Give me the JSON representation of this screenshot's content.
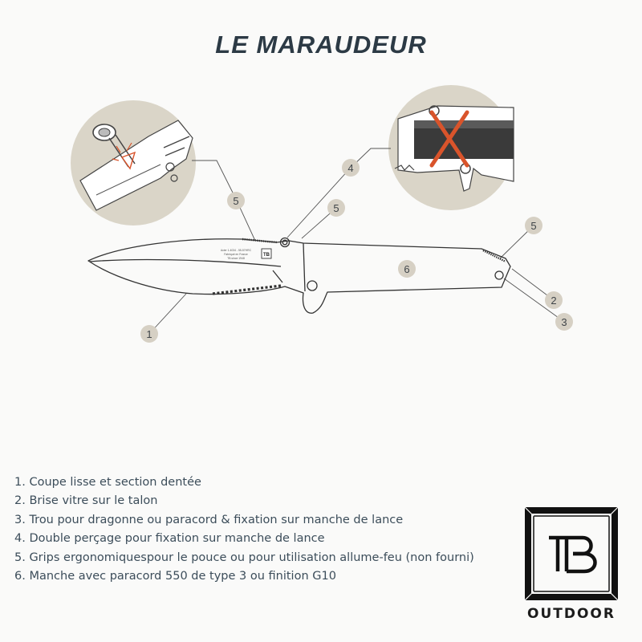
{
  "title": "LE MARAUDEUR",
  "knife_engraving": [
    "Acier 1.4034 - 55-57HRC",
    "Fabriqué en France",
    "TB since 1948"
  ],
  "callouts": [
    "1",
    "2",
    "3",
    "4",
    "5",
    "5",
    "5",
    "6"
  ],
  "legend": [
    "1. Coupe lisse et section dentée",
    "2. Brise vitre sur le talon",
    "3. Trou pour dragonne ou paracord & fixation sur manche de lance",
    "4. Double perçage pour fixation sur manche de lance",
    "5. Grips ergonomiquespour le pouce ou pour utilisation allume-feu (non fourni)",
    "6. Manche avec paracord 550 de type 3 ou finition G10"
  ],
  "logo": {
    "monogram": "TB",
    "brand": "OUTDOOR"
  },
  "colors": {
    "title": "#2c3a45",
    "legend_text": "#3c4d5a",
    "badge_fill": "#d6d0c4",
    "detail_circle": "#dad5c8",
    "cord_cross": "#d9542b"
  }
}
